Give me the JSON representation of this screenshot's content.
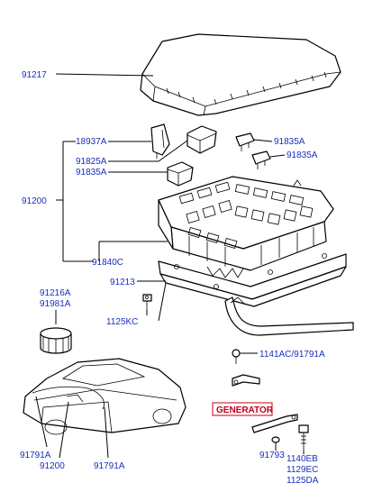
{
  "labels": {
    "cover": "91217",
    "relay_a": "18937A",
    "relay_b": "91825A",
    "relay_c": "91835A",
    "fuse_top": "91835A",
    "fuse_bottom": "91835A",
    "junction_box": "91200",
    "harness": "91840C",
    "bracket": "91213",
    "bolt": "1125KC",
    "cap_a": "91216A",
    "cap_b": "91981A",
    "terminal_top": "1141AC/91791A",
    "nut": "91793",
    "bolt_a": "1140EB",
    "bolt_b": "1129EC",
    "bolt_c": "1125DA",
    "car_left": "91791A",
    "car_mid": "91200",
    "car_right": "91791A"
  },
  "generator_tag": "GENERATOR",
  "colors": {
    "label": "#1a2fbf",
    "tag": "#c0001a",
    "line": "#000000"
  }
}
